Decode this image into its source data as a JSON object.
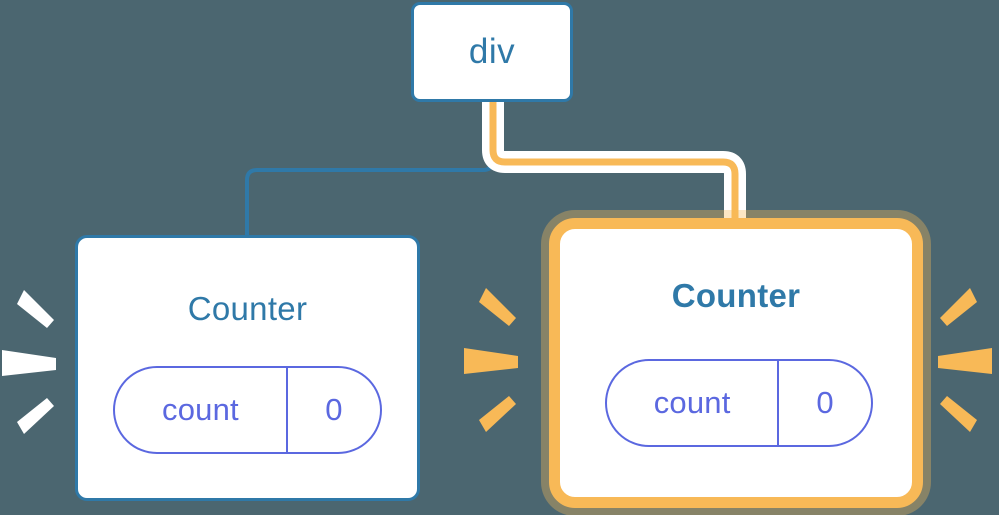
{
  "diagram": {
    "title": "React component tree re-render highlight",
    "background_color": "#4b6670"
  },
  "colors": {
    "background": "#4b6670",
    "node_border_blue": "#2f79a8",
    "title_blue": "#2f79a8",
    "state_purple": "#5b68e0",
    "highlight_orange": "#f8b957",
    "highlight_halo": "#fbdda8",
    "wire_white": "#ffffff",
    "card_fill": "#ffffff"
  },
  "root_node": {
    "label": "div",
    "name": "div-node"
  },
  "connectors": [
    {
      "name": "edge-div-to-counter-left",
      "color": "#2f79a8",
      "highlighted": false
    },
    {
      "name": "edge-div-to-counter-right",
      "color": "#f8b957",
      "highlighted": true
    }
  ],
  "cards": [
    {
      "name": "counter-card-left",
      "title": "Counter",
      "highlighted": false,
      "title_weight": "regular",
      "state": {
        "key": "count",
        "value": "0"
      }
    },
    {
      "name": "counter-card-right",
      "title": "Counter",
      "highlighted": true,
      "title_weight": "bold",
      "state": {
        "key": "count",
        "value": "0"
      }
    }
  ],
  "ray_clusters": [
    {
      "name": "rays-left-of-left-card",
      "color": "#ffffff",
      "count": 3,
      "direction": "right"
    },
    {
      "name": "rays-right-of-left-card",
      "color": "#f8b957",
      "count": 3,
      "direction": "right"
    },
    {
      "name": "rays-right-of-right-card",
      "color": "#f8b957",
      "count": 3,
      "direction": "left"
    }
  ]
}
